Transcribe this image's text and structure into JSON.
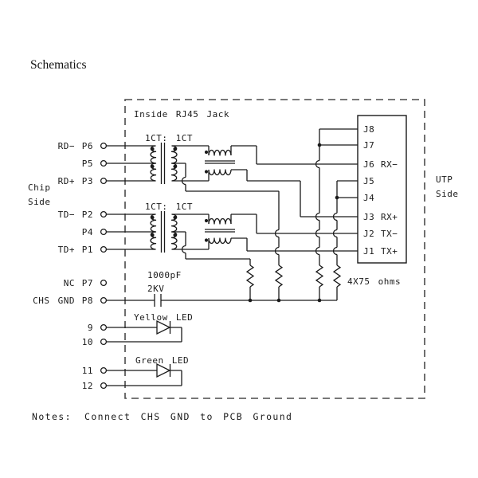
{
  "title": "Schematics",
  "enclosure": {
    "label": "Inside RJ45 Jack"
  },
  "sides": {
    "chip_line1": "Chip",
    "chip_line2": "Side",
    "utp_line1": "UTP",
    "utp_line2": "Side"
  },
  "transformers": {
    "rx_label": "1CT: 1CT",
    "tx_label": "1CT: 1CT"
  },
  "capacitor": {
    "value": "1000pF",
    "rating": "2KV"
  },
  "resistors": {
    "label": "4X75 ohms"
  },
  "leds": {
    "yellow": "Yellow LED",
    "green": "Green LED"
  },
  "chip_pins": [
    {
      "signal": "RD−",
      "pin": "P6"
    },
    {
      "signal": "",
      "pin": "P5"
    },
    {
      "signal": "RD+",
      "pin": "P3"
    },
    {
      "signal": "TD−",
      "pin": "P2"
    },
    {
      "signal": "",
      "pin": "P4"
    },
    {
      "signal": "TD+",
      "pin": "P1"
    },
    {
      "signal": "NC",
      "pin": "P7"
    },
    {
      "signal": "CHS GND",
      "pin": "P8"
    },
    {
      "signal": "",
      "pin": "9"
    },
    {
      "signal": "",
      "pin": "10"
    },
    {
      "signal": "",
      "pin": "11"
    },
    {
      "signal": "",
      "pin": "12"
    }
  ],
  "jack_pins": [
    {
      "pin": "J8",
      "signal": ""
    },
    {
      "pin": "J7",
      "signal": ""
    },
    {
      "pin": "J6",
      "signal": "RX−"
    },
    {
      "pin": "J5",
      "signal": ""
    },
    {
      "pin": "J4",
      "signal": ""
    },
    {
      "pin": "J3",
      "signal": "RX+"
    },
    {
      "pin": "J2",
      "signal": "TX−"
    },
    {
      "pin": "J1",
      "signal": "TX+"
    }
  ],
  "notes": {
    "label": "Notes:",
    "text": "Connect CHS GND to PCB Ground"
  },
  "colors": {
    "wire": "#1a1a1a",
    "border": "#4a4a4a",
    "background": "#ffffff"
  }
}
